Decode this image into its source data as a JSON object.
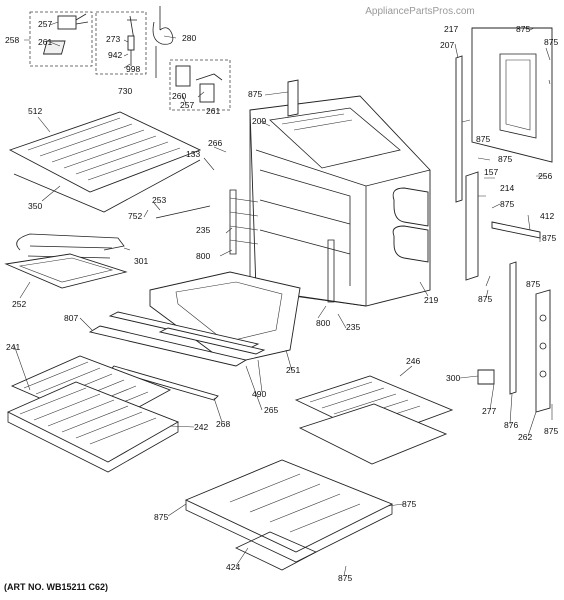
{
  "watermark": "AppliancePartsPros.com",
  "art_number": "(ART NO. WB15211 C62)",
  "callouts": {
    "c257": "257",
    "c261a": "261",
    "c258": "258",
    "c273": "273",
    "c942": "942",
    "c998": "998",
    "c730": "730",
    "c280": "280",
    "c260": "260",
    "c257b": "257",
    "c261b": "261",
    "c512": "512",
    "c350": "350",
    "c133": "133",
    "c266": "266",
    "c875a": "875",
    "c209": "209",
    "c217": "217",
    "c207": "207",
    "c875b": "875",
    "c875c": "875",
    "c875d": "875",
    "c875e": "875",
    "c157": "157",
    "c256": "256",
    "c214": "214",
    "c875f": "875",
    "c412": "412",
    "c875g": "875",
    "c752": "752",
    "c253": "253",
    "c301": "301",
    "c252": "252",
    "c235a": "235",
    "c800a": "800",
    "c800b": "800",
    "c235b": "235",
    "c219": "219",
    "c875h": "875",
    "c875i": "875",
    "c807": "807",
    "c241": "241",
    "c251": "251",
    "c490": "490",
    "c265": "265",
    "c268": "268",
    "c242": "242",
    "c246": "246",
    "c300": "300",
    "c277": "277",
    "c876": "876",
    "c262": "262",
    "c875j": "875",
    "c875k": "875",
    "c875l": "875",
    "c424": "424",
    "c875m": "875"
  }
}
